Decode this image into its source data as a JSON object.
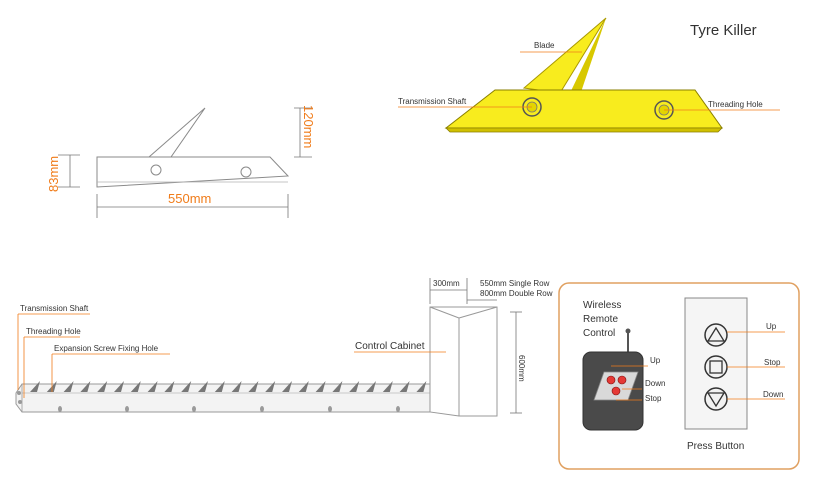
{
  "title": "Tyre Killer",
  "top_labels": {
    "blade": "Blade",
    "transmission_shaft": "Transmission Shaft",
    "threading_hole": "Threading Hole"
  },
  "dimensions": {
    "width": "550mm",
    "height_left": "83mm",
    "height_right": "120mm"
  },
  "bottom_labels": {
    "transmission_shaft": "Transmission Shaft",
    "threading_hole": "Threading Hole",
    "expansion_screw": "Expansion Screw Fixing Hole",
    "control_cabinet": "Control Cabinet",
    "cabinet_width": "300mm",
    "cabinet_depth_1": "550mm Single Row",
    "cabinet_depth_2": "800mm Double Row",
    "cabinet_height": "600mm"
  },
  "remote": {
    "title_lines": [
      "Wireless",
      "Remote",
      "Control"
    ],
    "up": "Up",
    "down": "Down",
    "stop": "Stop"
  },
  "press_button": {
    "caption": "Press Button",
    "up": "Up",
    "stop": "Stop",
    "down": "Down"
  },
  "colors": {
    "accent_orange": "#f07c1a",
    "blade_yellow": "#f8ec1e",
    "outline_gray": "#8a8a8a"
  }
}
